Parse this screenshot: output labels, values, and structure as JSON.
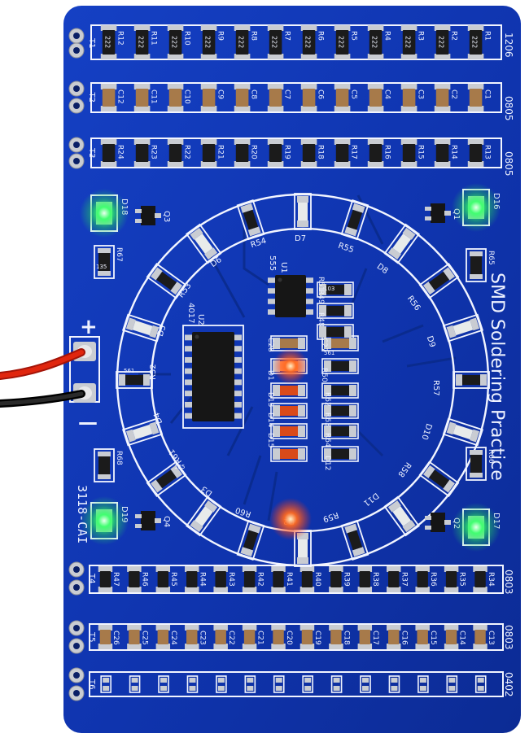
{
  "board": {
    "title": "SMD Soldering Practice",
    "model": "3118-CAI",
    "colors": {
      "pcb": "#1036b4",
      "pcb_dark": "#0b2a8e",
      "silk": "#f2f5ff",
      "pad": "#c9ccd2",
      "resistor_body": "#1b1b1b",
      "capacitor_body": "#a77a4a",
      "led_green": "#38ff6a",
      "led_red": "#ff5a2a",
      "wire_red": "#d81e0a",
      "wire_black": "#111111"
    },
    "power": {
      "plus": "+",
      "minus": "—"
    },
    "package_sizes": [
      "1206",
      "0805",
      "0805",
      "0803",
      "0803",
      "0402"
    ],
    "rows": {
      "resistors_1206": {
        "labels": [
          "R12",
          "R11",
          "R10",
          "R9",
          "R8",
          "R7",
          "R6",
          "R5",
          "R4",
          "R3",
          "R2",
          "R1"
        ],
        "code": "222"
      },
      "caps_0805": {
        "labels": [
          "C12",
          "C11",
          "C10",
          "C9",
          "C8",
          "C7",
          "C6",
          "C5",
          "C4",
          "C3",
          "C2",
          "C1"
        ]
      },
      "resistors_0805": {
        "labels": [
          "R24",
          "R23",
          "R22",
          "R21",
          "R20",
          "R19",
          "R18",
          "R17",
          "R16",
          "R15",
          "R14",
          "R13"
        ]
      },
      "resistors_0603": {
        "labels": [
          "R47",
          "R46",
          "R45",
          "R44",
          "R43",
          "R42",
          "R41",
          "R40",
          "R39",
          "R38",
          "R37",
          "R36",
          "R35",
          "R34"
        ]
      },
      "caps_0603": {
        "labels": [
          "C26",
          "C25",
          "C24",
          "C23",
          "C22",
          "C21",
          "C20",
          "C19",
          "C18",
          "C17",
          "C16",
          "C15",
          "C14",
          "C13"
        ]
      }
    },
    "connectors": [
      "T1",
      "T2",
      "T3",
      "T4",
      "T5",
      "T6"
    ],
    "ics": [
      {
        "ref": "U1",
        "part": "555"
      },
      {
        "ref": "U2",
        "part": "4017"
      }
    ],
    "transistors": [
      "Q3",
      "Q1",
      "Q4",
      "Q2"
    ],
    "corner_leds": [
      "D18",
      "D16",
      "D19",
      "D17"
    ],
    "ring_leds": [
      "D7",
      "D8",
      "D9",
      "D10",
      "D11",
      "D2",
      "D3",
      "D4",
      "D5",
      "D6"
    ],
    "ring_resistors": [
      "R55",
      "R56",
      "R57",
      "R58",
      "R59",
      "R60",
      "R61",
      "R52",
      "R53",
      "R54"
    ],
    "center_labels": [
      "C28",
      "C27",
      "D1",
      "R50",
      "R49",
      "R48",
      "R51",
      "R62",
      "R63",
      "R64",
      "D12",
      "D13",
      "D14",
      "D15"
    ],
    "side_resistors": [
      "R67",
      "R65",
      "R68",
      "R66"
    ],
    "resistor_codes": [
      "103",
      "561",
      "102",
      "331",
      "135"
    ]
  }
}
